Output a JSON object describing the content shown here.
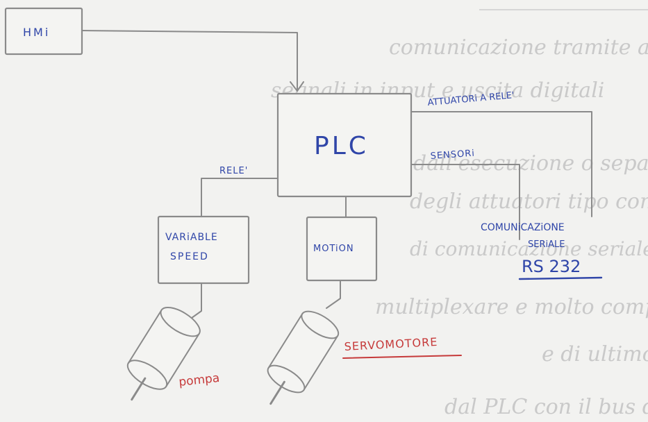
{
  "background_lines": [
    "comunicazione tramite anche",
    "segnali in input e uscita digitali",
    "dall'esecuzione o separato",
    "degli attuatori tipo comunicazioni",
    "di comunicazione seriale da parte",
    "multiplexare e molto complesso",
    "e di ultimo possibilita di fare",
    "dal PLC con il bus di comunicazione"
  ],
  "nodes": {
    "hmi": "HMi",
    "plc": "PLC",
    "variable_speed_line1": "VARiABLE",
    "variable_speed_line2": "SPEED",
    "motion": "MOTiON",
    "comm_line1": "COMUNiCAZiONE",
    "comm_line2": "SERiALE",
    "rs232": "RS 232"
  },
  "edge_labels": {
    "attuatori": "ATTUATORi  A RELE'",
    "sensori": "SENSORi",
    "rele": "RELE'"
  },
  "devices": {
    "pompa": "pompa",
    "servomotore": "SERVOMOTORE"
  },
  "colors": {
    "ink_blue": "#2f45a8",
    "ink_red": "#c63a3a",
    "pencil": "#8a8a8a",
    "paper": "#f2f2f0"
  }
}
